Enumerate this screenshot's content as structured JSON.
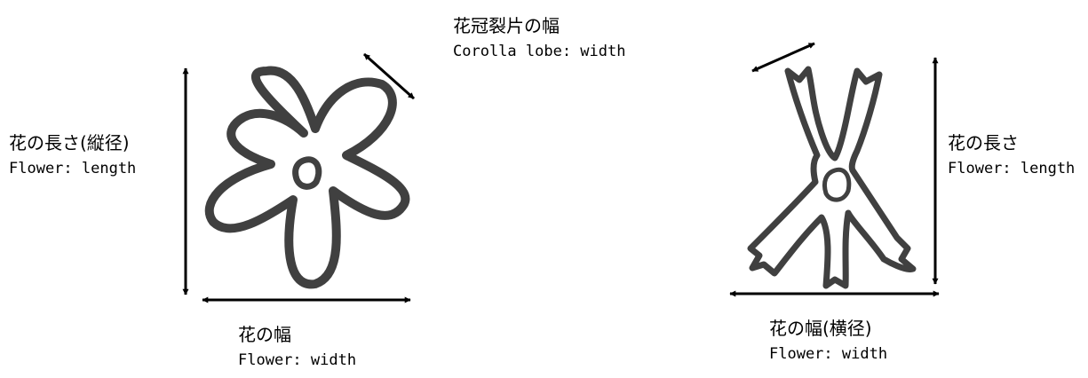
{
  "labels": {
    "corolla_lobe_width": {
      "jp": "花冠裂片の幅",
      "en": "Corolla lobe: width"
    },
    "left_flower_length": {
      "jp": "花の長さ(縦径)",
      "en": "Flower: length"
    },
    "left_flower_width": {
      "jp": "花の幅",
      "en": "Flower: width"
    },
    "right_flower_length": {
      "jp": "花の長さ",
      "en": "Flower: length"
    },
    "right_flower_width": {
      "jp": "花の幅(横径)",
      "en": "Flower: width"
    }
  },
  "style": {
    "outline_color": "#404040",
    "arrow_color": "#000000"
  }
}
